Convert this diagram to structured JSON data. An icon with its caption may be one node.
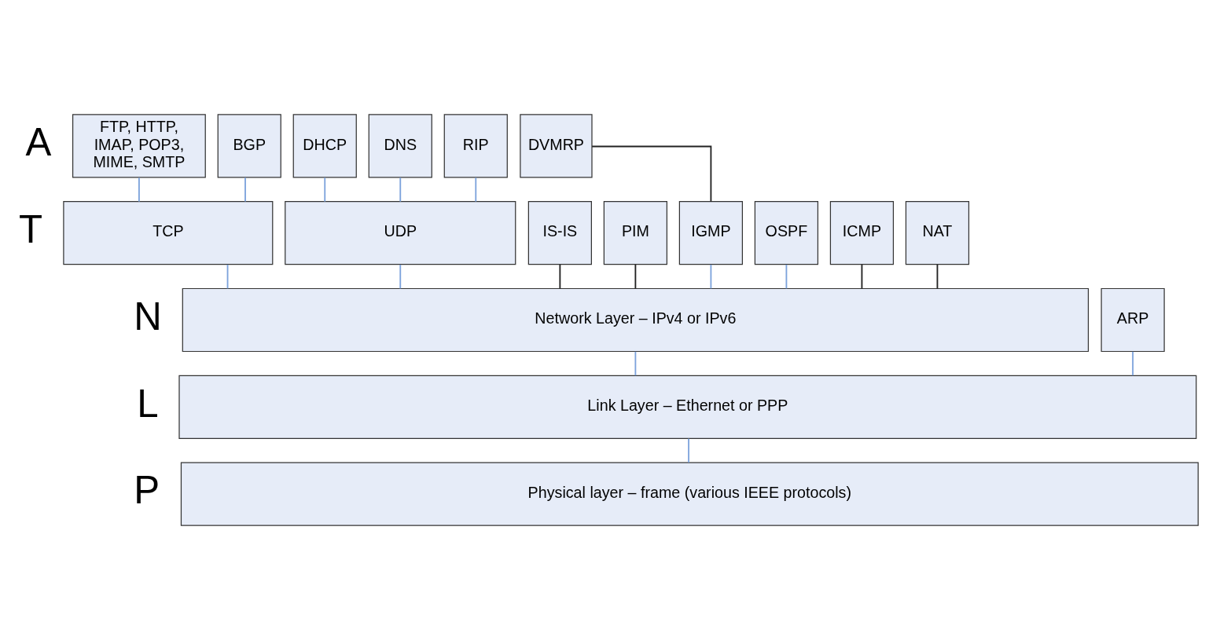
{
  "diagram": {
    "nodes": [
      {
        "text": [
          "FTP, HTTP, IMAP, POP3, MIME, SMTP"
        ]
      },
      {
        "text": [
          "BGP"
        ]
      },
      {
        "text": [
          "DHCP"
        ]
      },
      {
        "text": [
          "DNS"
        ]
      },
      {
        "text": [
          "RIP"
        ]
      },
      {
        "text": [
          "DVMRP"
        ]
      },
      {
        "text": [
          "TCP"
        ]
      },
      {
        "text": [
          "UDP"
        ]
      },
      {
        "text": [
          "IS-IS"
        ]
      },
      {
        "text": [
          "PIM"
        ]
      },
      {
        "text": [
          "IGMP"
        ]
      },
      {
        "text": [
          "OSPF"
        ]
      },
      {
        "text": [
          "ICMP"
        ]
      },
      {
        "text": [
          "NAT"
        ]
      },
      {
        "text": [
          "Network Layer – IPv4 or IPv6"
        ]
      },
      {
        "text": [
          "ARP"
        ]
      },
      {
        "text": [
          "Link Layer – Ethernet or PPP"
        ]
      },
      {
        "text": [
          "Physical layer – frame (various IEEE protocols)"
        ]
      }
    ],
    "edges": [
      {
        "from": 0,
        "to": 6,
        "arrow": "none"
      },
      {
        "from": 1,
        "to": 6,
        "arrow": "none"
      },
      {
        "from": 2,
        "to": 7,
        "arrow": "none"
      },
      {
        "from": 3,
        "to": 7,
        "arrow": "none"
      },
      {
        "from": 4,
        "to": 7,
        "arrow": "none"
      },
      {
        "from": 5,
        "to": 10,
        "arrow": "none",
        "color": "#222222"
      },
      {
        "from": 6,
        "to": 14,
        "arrow": "none"
      },
      {
        "from": 7,
        "to": 14,
        "arrow": "none"
      },
      {
        "from": 8,
        "to": 14,
        "arrow": "none",
        "color": "#222222"
      },
      {
        "from": 9,
        "to": 14,
        "arrow": "none",
        "color": "#222222"
      },
      {
        "from": 10,
        "to": 14,
        "arrow": "none"
      },
      {
        "from": 11,
        "to": 14,
        "arrow": "none"
      },
      {
        "from": 12,
        "to": 14,
        "arrow": "none",
        "color": "#222222"
      },
      {
        "from": 13,
        "to": 14,
        "arrow": "none",
        "color": "#222222"
      },
      {
        "from": 14,
        "to": 16,
        "arrow": "none"
      },
      {
        "from": 15,
        "to": 16,
        "arrow": "none"
      },
      {
        "from": 16,
        "to": 17,
        "arrow": "none"
      }
    ],
    "labels": [
      "A",
      "T",
      "N",
      "L",
      "P"
    ]
  }
}
